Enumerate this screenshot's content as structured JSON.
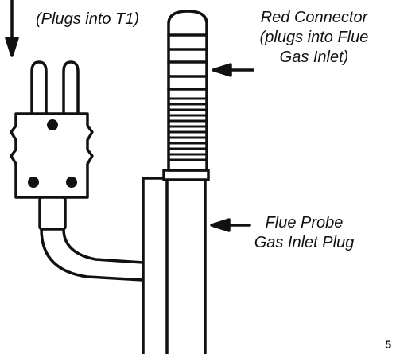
{
  "labels": {
    "plugs_into_t1": "(Plugs into T1)",
    "red_connector": [
      "Red Connector",
      "(plugs into Flue",
      "Gas Inlet)"
    ],
    "flue_probe": [
      "Flue Probe",
      "Gas Inlet Plug"
    ]
  },
  "page_number": "5",
  "colors": {
    "stroke": "#111111",
    "background": "#ffffff"
  }
}
